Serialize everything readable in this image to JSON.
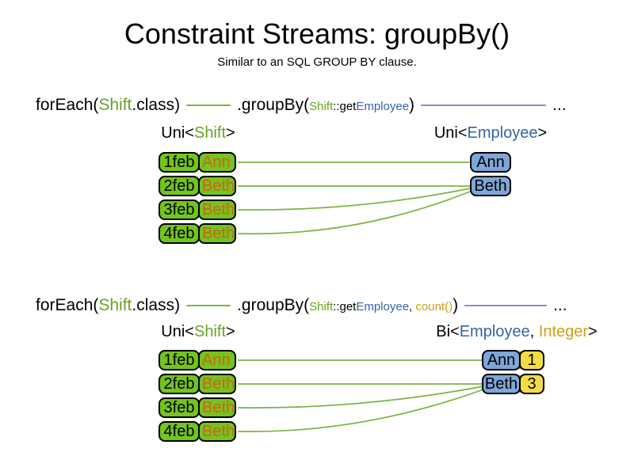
{
  "colors": {
    "green_box": "#73c41d",
    "green_text": "#64a51f",
    "orange_text": "#d4611a",
    "blue_box": "#7ea6d8",
    "blue_text": "#3465a4",
    "yellow_box": "#f5dc46",
    "gold_text": "#cda018",
    "green_line": "#7cb342",
    "blue_line": "#7d92c4",
    "purple_line": "#9c84bb",
    "pink_pair": "#c27ba0"
  },
  "header": {
    "title": "Constraint Streams: groupBy()",
    "subtitle": "Similar to an SQL GROUP BY clause."
  },
  "sections": [
    {
      "code": {
        "foreach_open": "forEach(",
        "foreach_arg": "Shift",
        "foreach_close": ".class)",
        "groupby_open": ".groupBy(",
        "param_class": "Shift",
        "param_accessor": "::get",
        "param_type": "Employee",
        "groupby_close": ")",
        "continuation": "..."
      },
      "input_label": {
        "prefix": "Uni<",
        "type": "Shift",
        "suffix": ">"
      },
      "output_label": {
        "prefix": "Uni<",
        "type": "Employee",
        "suffix": ">"
      },
      "table": {
        "rows": [
          {
            "date": "1feb",
            "employee": "Ann"
          },
          {
            "date": "2feb",
            "employee": "Beth"
          },
          {
            "date": "3feb",
            "employee": "Beth"
          },
          {
            "date": "4feb",
            "employee": "Beth"
          }
        ]
      },
      "results": [
        {
          "employee": "Ann"
        },
        {
          "employee": "Beth"
        }
      ]
    },
    {
      "code": {
        "foreach_open": "forEach(",
        "foreach_arg": "Shift",
        "foreach_close": ".class)",
        "groupby_open": ".groupBy(",
        "param_class": "Shift",
        "param_accessor": "::get",
        "param_type": "Employee",
        "param_separator": ", ",
        "param_collector": "count()",
        "groupby_close": ")",
        "continuation": "..."
      },
      "input_label": {
        "prefix": "Uni<",
        "type": "Shift",
        "suffix": ">"
      },
      "output_label": {
        "prefix": "Bi<",
        "type1": "Employee",
        "separator": ", ",
        "type2": "Integer",
        "suffix": ">"
      },
      "table": {
        "rows": [
          {
            "date": "1feb",
            "employee": "Ann"
          },
          {
            "date": "2feb",
            "employee": "Beth"
          },
          {
            "date": "3feb",
            "employee": "Beth"
          },
          {
            "date": "4feb",
            "employee": "Beth"
          }
        ]
      },
      "results": [
        {
          "employee": "Ann",
          "count": "1"
        },
        {
          "employee": "Beth",
          "count": "3"
        }
      ]
    }
  ]
}
